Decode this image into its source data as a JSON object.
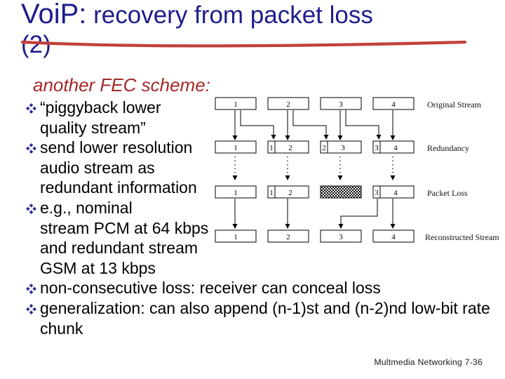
{
  "slide": {
    "title": {
      "prefix": "VoiP:",
      "rest": " recovery from packet loss",
      "line2": "(2)"
    },
    "heading": "another FEC scheme:",
    "bullet_lines": [
      {
        "bullet": true,
        "text": "“piggyback lower"
      },
      {
        "bullet": false,
        "text": "quality stream”"
      },
      {
        "bullet": true,
        "text": "send lower resolution"
      },
      {
        "bullet": false,
        "text": "audio stream as"
      },
      {
        "bullet": false,
        "text": "redundant information"
      },
      {
        "bullet": true,
        "text": "e.g., nominal"
      },
      {
        "bullet": false,
        "text": "stream PCM at 64 kbps"
      },
      {
        "bullet": false,
        "text": "and redundant stream"
      },
      {
        "bullet": false,
        "text": "GSM at 13 kbps"
      },
      {
        "bullet": true,
        "text": "non-consecutive loss: receiver can conceal loss"
      },
      {
        "bullet": true,
        "text": "generalization: can also append (n-1)st and (n-2)nd low-bit rate"
      },
      {
        "bullet": false,
        "text": "chunk"
      }
    ],
    "footer": "Multmedia Networking  7-36"
  },
  "diagram": {
    "rows": [
      {
        "label": "Original Stream",
        "boxes": [
          {
            "main": "1"
          },
          {
            "main": "2"
          },
          {
            "main": "3"
          },
          {
            "main": "4"
          }
        ]
      },
      {
        "label": "Redundancy",
        "boxes": [
          {
            "main": "1"
          },
          {
            "prefix": "1",
            "main": "2"
          },
          {
            "prefix": "2",
            "main": "3"
          },
          {
            "prefix": "3",
            "main": "4"
          }
        ]
      },
      {
        "label": "Packet Loss",
        "boxes": [
          {
            "main": "1"
          },
          {
            "prefix": "1",
            "main": "2"
          },
          {
            "lost": true
          },
          {
            "prefix": "3",
            "main": "4"
          }
        ]
      },
      {
        "label": "Reconstructed Stream",
        "boxes": [
          {
            "main": "1"
          },
          {
            "main": "2"
          },
          {
            "main": "3"
          },
          {
            "main": "4"
          }
        ]
      }
    ]
  },
  "colors": {
    "background": "#ffffff",
    "title_blue": "#1d1d8c",
    "underline_red": "#c2413a",
    "heading_red": "#a62727",
    "bullet_diamond_blue": "#30308c",
    "body_text": "#000000",
    "diagram_line": "#000000"
  }
}
